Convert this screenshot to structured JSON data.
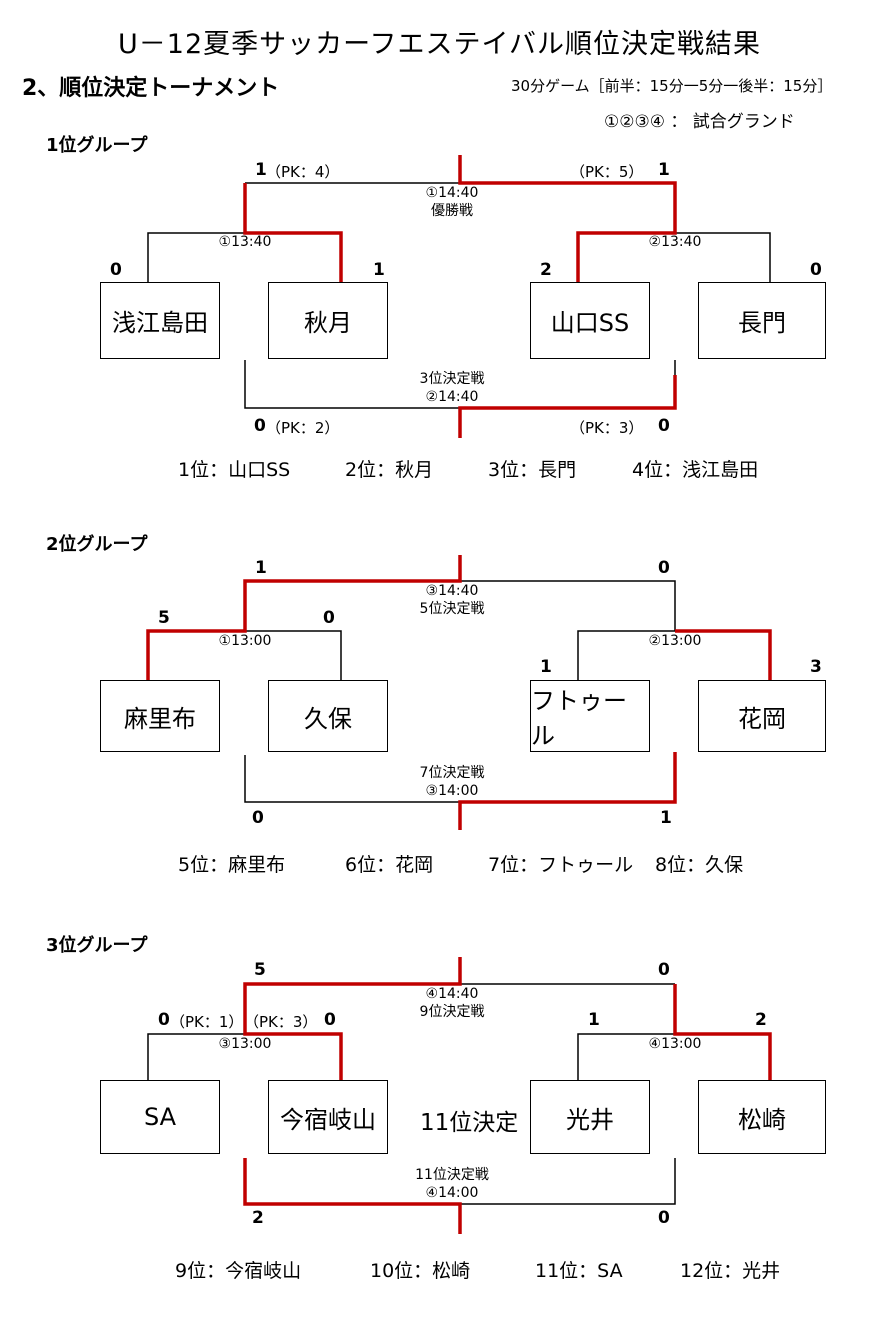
{
  "title": "U－12夏季サッカーフエステイバル順位決定戦結果",
  "section": "2、順位決定トーナメント",
  "game_rule": "30分ゲーム［前半：15分一5分一後半：15分］",
  "grounds_note": "①②③④ ： 試合グランド",
  "colors": {
    "win": "#c00000",
    "line": "#000000"
  },
  "groups": [
    {
      "label": "1位グループ",
      "teams": [
        "浅江島田",
        "秋月",
        "山口SS",
        "長門"
      ],
      "semi_left": {
        "time": "①13:40",
        "score_a": "0",
        "score_b": "1"
      },
      "semi_right": {
        "time": "②13:40",
        "score_a": "2",
        "score_b": "0"
      },
      "final": {
        "time": "①14:40",
        "name": "優勝戦",
        "score_left": "1",
        "pk_left": "（PK：4）",
        "score_right": "1",
        "pk_right": "（PK：5）"
      },
      "consolation": {
        "name": "3位決定戦",
        "time": "②14:40",
        "score_left": "0",
        "pk_left": "（PK：2）",
        "score_right": "0",
        "pk_right": "（PK：3）"
      },
      "ranks": [
        "1位：山口SS",
        "2位：秋月",
        "3位：長門",
        "4位：浅江島田"
      ]
    },
    {
      "label": "2位グループ",
      "teams": [
        "麻里布",
        "久保",
        "フトゥール",
        "花岡"
      ],
      "semi_left": {
        "time": "①13:00",
        "score_a": "5",
        "score_b": "0"
      },
      "semi_right": {
        "time": "②13:00",
        "score_a": "1",
        "score_b": "3"
      },
      "final": {
        "time": "③14:40",
        "name": "5位決定戦",
        "score_left": "1",
        "score_right": "0"
      },
      "consolation": {
        "name": "7位決定戦",
        "time": "③14:00",
        "score_left": "0",
        "score_right": "1"
      },
      "ranks": [
        "5位：麻里布",
        "6位：花岡",
        "7位：フトゥール",
        "8位：久保"
      ]
    },
    {
      "label": "3位グループ",
      "teams": [
        "SA",
        "今宿岐山",
        "光井",
        "松崎"
      ],
      "middle_label": "11位決定",
      "semi_left": {
        "time": "③13:00",
        "score_a": "0",
        "pk_a": "（PK：1）",
        "pk_b": "（PK：3）",
        "score_b": "0"
      },
      "semi_right": {
        "time": "④13:00",
        "score_a": "1",
        "score_b": "2"
      },
      "final": {
        "time": "④14:40",
        "name": "9位決定戦",
        "score_left": "5",
        "score_right": "0"
      },
      "consolation": {
        "name": "11位決定戦",
        "time": "④14:00",
        "score_left": "2",
        "score_right": "0"
      },
      "ranks": [
        "9位：今宿岐山",
        "10位：松崎",
        "11位：SA",
        "12位：光井"
      ]
    }
  ]
}
